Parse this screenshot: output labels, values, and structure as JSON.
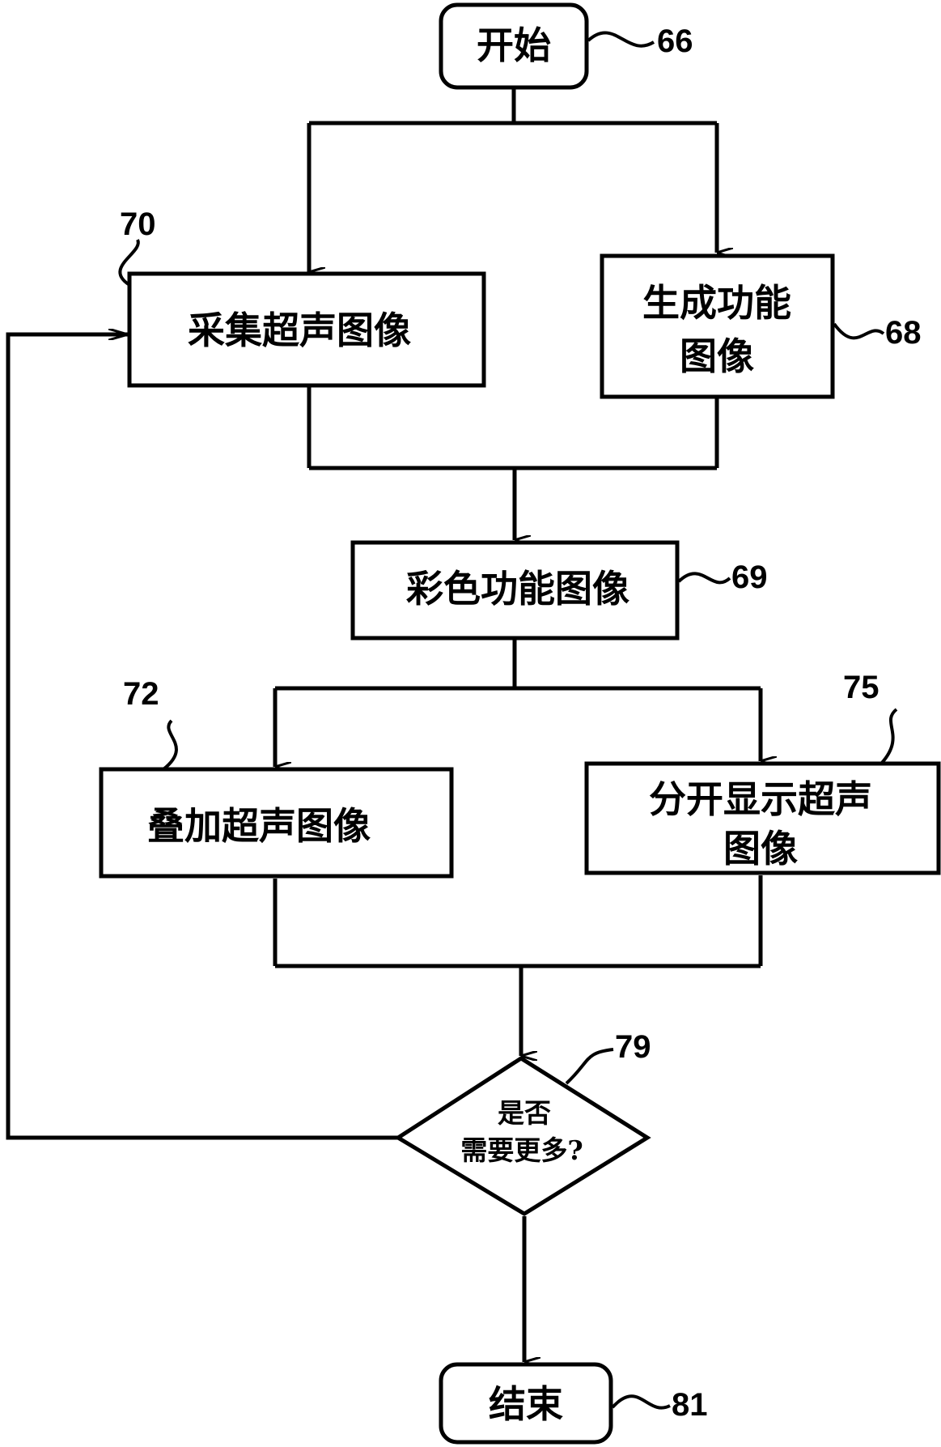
{
  "steps": {
    "start": "开始",
    "acquire": "采集超声图像",
    "generate_line1": "生成功能",
    "generate_line2": "图像",
    "color": "彩色功能图像",
    "overlay": "叠加超声图像",
    "separate_line1": "分开显示超声",
    "separate_line2": "图像",
    "decision_line1": "是否",
    "decision_line2": "需要更多?",
    "end": "结束"
  },
  "refs": {
    "start": "66",
    "acquire": "70",
    "generate": "68",
    "color": "69",
    "overlay": "72",
    "separate": "75",
    "decision": "79",
    "end": "81"
  }
}
